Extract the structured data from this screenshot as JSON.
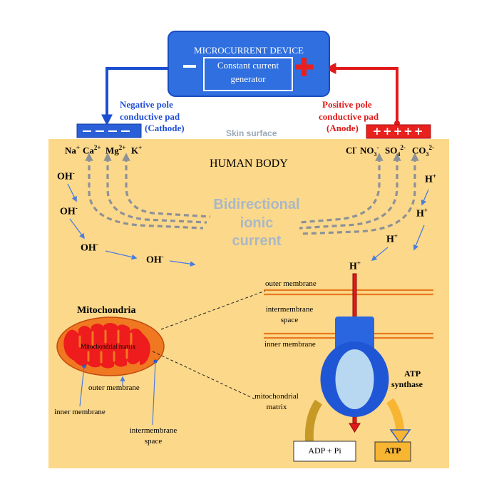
{
  "device": {
    "title": "MICROCURRENT DEVICE",
    "generator_line1": "Constant current",
    "generator_line2": "generator"
  },
  "negative_pad": {
    "line1": "Negative pole",
    "line2": "conductive pad",
    "line3": "(Cathode)"
  },
  "positive_pad": {
    "line1": "Positive pole",
    "line2": "conductive pad",
    "line3": "(Anode)",
    "signs": "+++++"
  },
  "skin_surface": "Skin surface",
  "body_title": "HUMAN BODY",
  "cations": [
    {
      "base": "Na",
      "sup": "+"
    },
    {
      "base": "Ca",
      "sup": "2+"
    },
    {
      "base": "Mg",
      "sup": "2+"
    },
    {
      "base": "K",
      "sup": "+"
    }
  ],
  "anions": [
    {
      "base": "Cl",
      "sub": "",
      "sup": "-"
    },
    {
      "base": "NO",
      "sub": "3",
      "sup": "-"
    },
    {
      "base": "SO",
      "sub": "4",
      "sup": "2-"
    },
    {
      "base": "CO",
      "sub": "3",
      "sup": "2-"
    }
  ],
  "hydroxide": {
    "base": "OH",
    "sup": "-"
  },
  "proton": {
    "base": "H",
    "sup": "+"
  },
  "bidirectional": {
    "line1": "Bidirectional",
    "line2": "ionic",
    "line3": "current"
  },
  "mitochondria": {
    "title": "Mitochondria",
    "matrix_label": "Mitochondrial matrix",
    "outer_membrane": "outer membrane",
    "inner_membrane": "inner membrane",
    "intermembrane_line1": "intermembrane",
    "intermembrane_line2": "space"
  },
  "membrane_detail": {
    "outer_membrane": "outer membrane",
    "intermembrane_line1": "intermembrane",
    "intermembrane_line2": "space",
    "inner_membrane": "inner membrane",
    "matrix_line1": "mitochondrial",
    "matrix_line2": "matrix"
  },
  "atp_synthase": {
    "line1": "ATP",
    "line2": "synthase",
    "adp_label": "ADP + Pi",
    "atp_label": "ATP"
  },
  "colors": {
    "body": "#fcd88a",
    "device": "#2f6fe0",
    "cathode": "#2a5fd8",
    "anode": "#e8201e",
    "wire_blue": "#1c4fd0",
    "wire_red": "#e01a1a",
    "ion_arrow": "#8c9198",
    "small_arrow": "#4a7de0",
    "membrane": "#e8791e",
    "mito_outer": "#f07820",
    "mito_inner": "#ee1c1c",
    "synthase_dark": "#1f56d6",
    "synthase_light": "#b8d8f2",
    "adp_arrow": "#c79a28",
    "atp_box": "#f7b531"
  }
}
